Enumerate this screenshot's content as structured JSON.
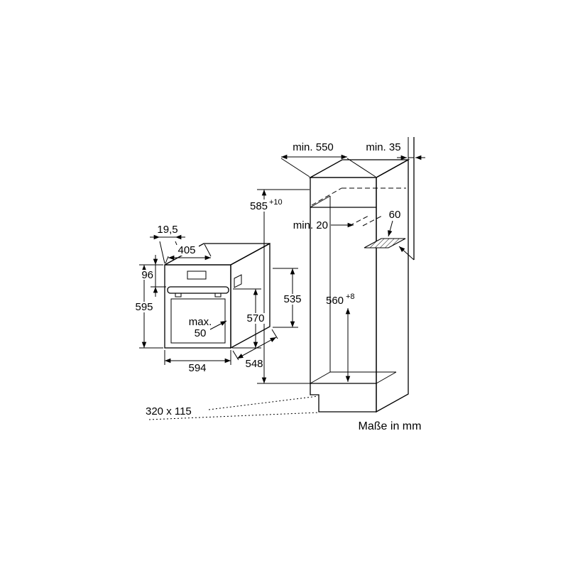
{
  "page": {
    "background": "#ffffff",
    "unit_note": "Maße in mm"
  },
  "oven": {
    "handle_depth": "19,5",
    "top_depth": "405",
    "panel_height": "96",
    "height": "595",
    "door_clearance_label": "max.",
    "door_clearance_value": "50",
    "inner_height": "570",
    "body_height": "535",
    "width": "594",
    "depth": "548"
  },
  "cabinet": {
    "min_depth": "min. 550",
    "rear_gap": "min. 35",
    "niche_height": "585",
    "niche_height_tolerance": "+10",
    "vent_gap": "min. 20",
    "vent_channel": "60",
    "niche_width": "560",
    "niche_width_tolerance": "+8",
    "plinth_recess": "320 x 115"
  }
}
